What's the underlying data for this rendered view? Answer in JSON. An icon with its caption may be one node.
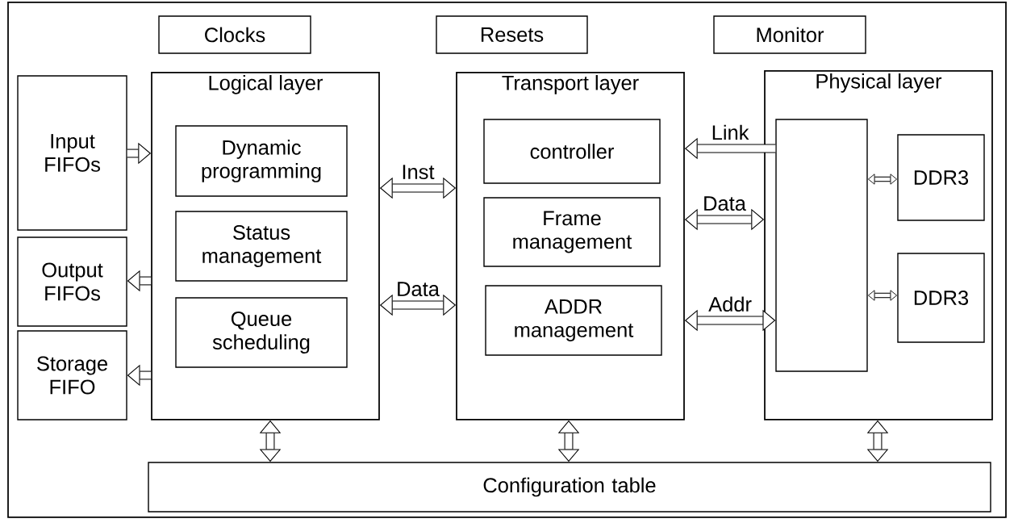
{
  "diagram": {
    "nodes": [
      {
        "text": [
          "Clocks"
        ]
      },
      {
        "text": [
          "Resets"
        ]
      },
      {
        "text": [
          "Monitor"
        ]
      },
      {
        "text": [
          "Input FIFOs"
        ]
      },
      {
        "text": [
          "Output FIFOs"
        ]
      },
      {
        "text": [
          "Storage FIFO"
        ]
      },
      {
        "text": [
          "Logical layer"
        ]
      },
      {
        "text": [
          "Dynamic programming"
        ],
        "in": 6
      },
      {
        "text": [
          "Status management"
        ],
        "in": 6
      },
      {
        "text": [
          "Queue scheduling"
        ],
        "in": 6
      },
      {
        "text": [
          "Transport layer"
        ]
      },
      {
        "text": [
          "controller"
        ],
        "in": 10
      },
      {
        "text": [
          "Frame management"
        ],
        "in": 10
      },
      {
        "text": [
          "ADDR management"
        ],
        "in": 10
      },
      {
        "text": [
          "Physical layer"
        ]
      },
      {
        "text": [],
        "shape": "box",
        "in": 14
      },
      {
        "text": [
          "DDR3"
        ],
        "in": 14
      },
      {
        "text": [
          "DDR3"
        ],
        "in": 14
      },
      {
        "text": [
          "Configuration table"
        ]
      }
    ],
    "edges": [
      {
        "from": 3,
        "to": 6,
        "arrow": "to"
      },
      {
        "from": 6,
        "to": 4,
        "arrow": "to"
      },
      {
        "from": 6,
        "to": 5,
        "arrow": "to"
      },
      {
        "from": 6,
        "to": 10,
        "arrow": "both",
        "label": "Inst"
      },
      {
        "from": 6,
        "to": 10,
        "arrow": "both",
        "label": "Data"
      },
      {
        "from": 15,
        "to": 10,
        "arrow": "to",
        "label": "Link"
      },
      {
        "from": 10,
        "to": 14,
        "arrow": "both",
        "label": "Data"
      },
      {
        "from": 10,
        "to": 15,
        "arrow": "both",
        "label": "Addr"
      },
      {
        "from": 15,
        "to": 16,
        "arrow": "both"
      },
      {
        "from": 15,
        "to": 17,
        "arrow": "both"
      },
      {
        "from": 6,
        "to": 18,
        "arrow": "both"
      },
      {
        "from": 10,
        "to": 18,
        "arrow": "both"
      },
      {
        "from": 14,
        "to": 18,
        "arrow": "both"
      }
    ]
  }
}
